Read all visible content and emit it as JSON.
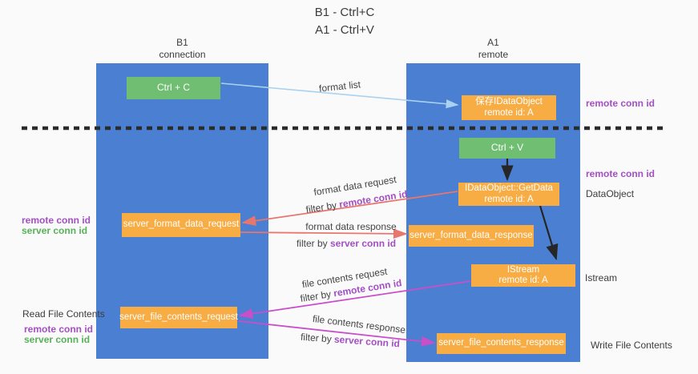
{
  "title": {
    "line1": "B1 - Ctrl+C",
    "line2": "A1 - Ctrl+V"
  },
  "columns": {
    "left": {
      "header_line1": "B1",
      "header_line2": "connection"
    },
    "right": {
      "header_line1": "A1",
      "header_line2": "remote"
    }
  },
  "boxes": {
    "ctrl_c": "Ctrl + C",
    "ctrl_v": "Ctrl + V",
    "save_dataobject": {
      "line1": "保存IDataObject",
      "line2": "remote id: A"
    },
    "getdata": {
      "line1": "IDataObject::GetData",
      "line2": "remote id: A"
    },
    "istream": {
      "line1": "IStream",
      "line2": "remote id: A"
    },
    "format_request": "server_format_data_request",
    "format_response": "server_format_data_response",
    "file_request": "server_file_contents_request",
    "file_response": "server_file_contents_response"
  },
  "arrow_labels": {
    "format_list": "format list",
    "format_request": "format data request",
    "format_request_filter_prefix": "filter by ",
    "format_request_filter_key": "remote conn id",
    "format_response": "format data response",
    "format_response_filter_prefix": "filter by ",
    "format_response_filter_key": "server conn id",
    "file_request": "file contents request",
    "file_request_filter_prefix": "filter by ",
    "file_request_filter_key": "remote conn id",
    "file_response": "file contents response",
    "file_response_filter_prefix": "filter by ",
    "file_response_filter_key": "server conn id"
  },
  "right_labels": {
    "remote_conn_top": "remote conn id",
    "remote_conn_mid": "remote conn id",
    "dataobject": "DataObject",
    "istream": "Istream",
    "write_file": "Write File Contents"
  },
  "left_labels": {
    "remote_conn_1": "remote conn id",
    "server_conn_1": "server conn id",
    "read_file": "Read File Contents",
    "remote_conn_2": "remote conn id",
    "server_conn_2": "server conn id"
  },
  "colors": {
    "column_blue": "#4A7FD2",
    "box_orange": "#F7AC44",
    "box_green": "#6FBE72",
    "arrow_light_blue": "#A9D2F1",
    "arrow_red": "#E8766D",
    "arrow_magenta": "#C94FC9",
    "arrow_black": "#262626",
    "text_purple": "#A44FC4",
    "text_green": "#58B158",
    "text_dark": "#3C3C3C",
    "background": "#FAFAFB"
  }
}
